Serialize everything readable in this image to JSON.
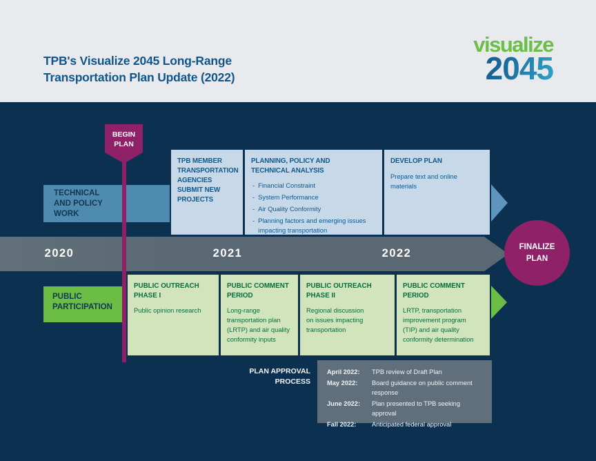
{
  "page": {
    "title": "TPB's Visualize 2045 Long-Range\nTransportation Plan Update (2022)"
  },
  "logo": {
    "word": "visualize",
    "year": "2045"
  },
  "colors": {
    "header_bg": "#e8eaed",
    "navy": "#0c3150",
    "title_blue": "#11568a",
    "logo_green": "#6abf45",
    "logo_blue": "#1d6492",
    "magenta": "#8e2168",
    "steel_blue": "#4f8bb0",
    "arrow_blue": "#5e95bc",
    "light_blue": "#c7d8e8",
    "box_text_blue": "#0d5a8e",
    "timeline_gray": "#596872",
    "bright_green": "#6cbd45",
    "light_green": "#d2e4bc",
    "dark_green": "#0c6b3d",
    "approval_gray": "#5f6f7b",
    "dark_navy_text": "#12384f",
    "white_text": "#f2f5f7"
  },
  "timeline": {
    "begin_label": "BEGIN\nPLAN",
    "finalize_label": "FINALIZE\nPLAN",
    "years": [
      "2020",
      "2021",
      "2022"
    ]
  },
  "technical": {
    "track_label": "TECHNICAL\nAND POLICY\nWORK",
    "box_submit": {
      "title": "TPB MEMBER\nTRANSPORTATION\nAGENCIES\nSUBMIT NEW\nPROJECTS"
    },
    "box_analysis": {
      "title": "PLANNING, POLICY AND\nTECHNICAL ANALYSIS",
      "bullets": [
        "Financial Constraint",
        "System Performance",
        "Air Quality Conformity",
        "Planning factors and emerging issues\nimpacting transportation"
      ]
    },
    "box_develop": {
      "title": "DEVELOP PLAN",
      "body": "Prepare text and online\nmaterials"
    }
  },
  "public": {
    "track_label": "PUBLIC\nPARTICIPATION",
    "box_outreach1": {
      "title": "PUBLIC OUTREACH\nPHASE I",
      "body": "Public opinion research"
    },
    "box_comment1": {
      "title": "PUBLIC COMMENT\nPERIOD",
      "body": "Long-range\ntransportation plan\n(LRTP) and air quality\nconformity inputs"
    },
    "box_outreach2": {
      "title": "PUBLIC OUTREACH\nPHASE II",
      "body": "Regional discussion\non issues impacting\ntransportation"
    },
    "box_comment2": {
      "title": "PUBLIC COMMENT\nPERIOD",
      "body": "LRTP, transportation\nimprovement program\n(TIP) and air quality\nconformity determination"
    }
  },
  "approval": {
    "label": "PLAN APPROVAL\nPROCESS",
    "items": [
      {
        "date": "April 2022:",
        "text": "TPB review of Draft Plan"
      },
      {
        "date": "May 2022:",
        "text": "Board guidance on public comment\nresponse"
      },
      {
        "date": "June 2022:",
        "text": "Plan presented to TPB seeking approval"
      },
      {
        "date": "Fall 2022:",
        "text": "Anticipated federal approval"
      }
    ]
  }
}
